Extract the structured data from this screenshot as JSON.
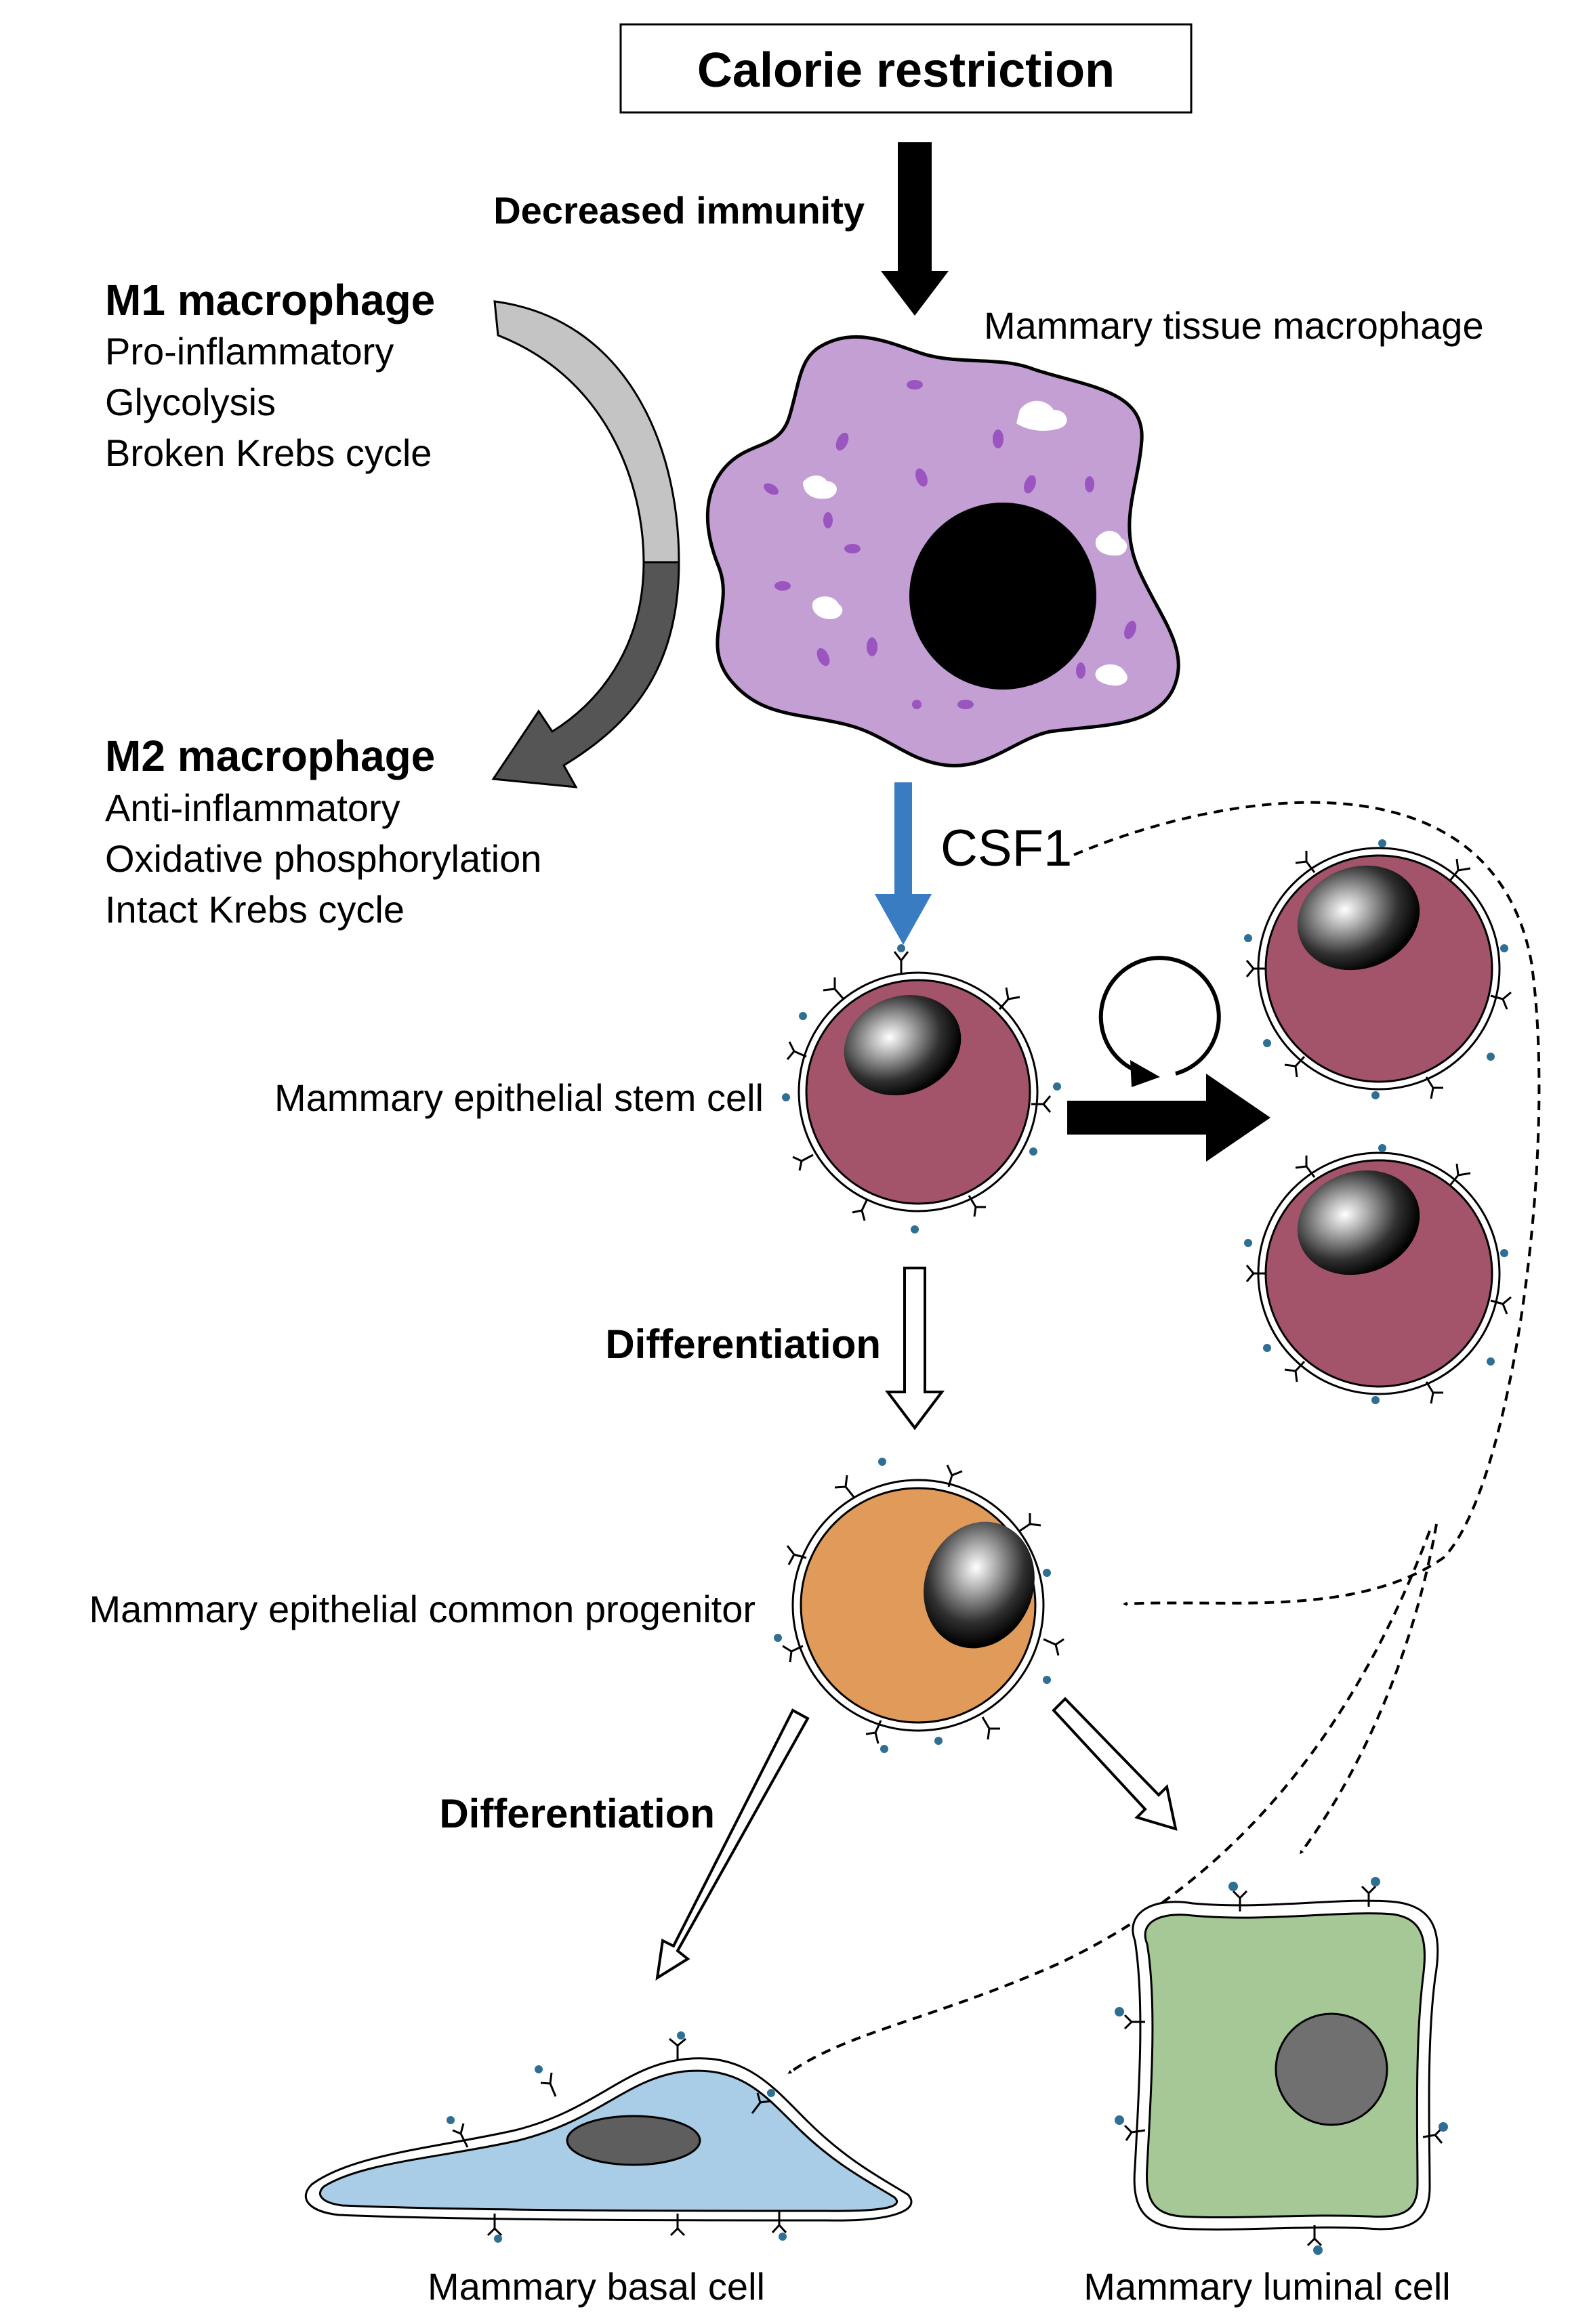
{
  "title": "Calorie restriction",
  "labels": {
    "decreased_immunity": "Decreased immunity",
    "tissue_macrophage": "Mammary tissue macrophage",
    "csf1": "CSF1",
    "stem_cell": "Mammary epithelial stem cell",
    "differentiation_1": "Differentiation",
    "common_progenitor": "Mammary epithelial common progenitor",
    "differentiation_2": "Differentiation",
    "basal_cell": "Mammary basal cell",
    "luminal_cell": "Mammary luminal cell"
  },
  "m1": {
    "heading": "M1 macrophage",
    "lines": [
      "Pro-inflammatory",
      "Glycolysis",
      "Broken Krebs cycle"
    ]
  },
  "m2": {
    "heading": "M2 macrophage",
    "lines": [
      "Anti-inflammatory",
      "Oxidative phosphorylation",
      "Intact Krebs cycle"
    ]
  },
  "colors": {
    "macrophage": "#c39fd4",
    "macrophage_granule": "#9a55c0",
    "stem_cell": "#a4546a",
    "progenitor": "#e09b5a",
    "basal_cell": "#a9cde6",
    "luminal_cell": "#a6c796",
    "csf1_arrow": "#3a7cc2",
    "receptor_ligand": "#2e6f93"
  }
}
